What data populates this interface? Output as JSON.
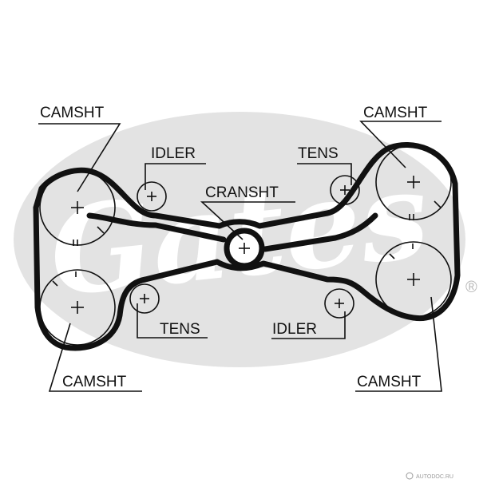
{
  "brand": {
    "logo_text": "Gates",
    "registered_mark": "®",
    "logo_color": "#e3e3e3",
    "ink_color": "#111111"
  },
  "labels": {
    "camsht_top_left": "CAMSHT",
    "camsht_top_right": "CAMSHT",
    "camsht_bottom_left": "CAMSHT",
    "camsht_bottom_right": "CAMSHT",
    "idler_top": "IDLER",
    "idler_bottom": "IDLER",
    "tens_top": "TENS",
    "tens_bottom": "TENS",
    "cranksht": "CRANSHT"
  },
  "watermark": "AUTODOC.RU"
}
